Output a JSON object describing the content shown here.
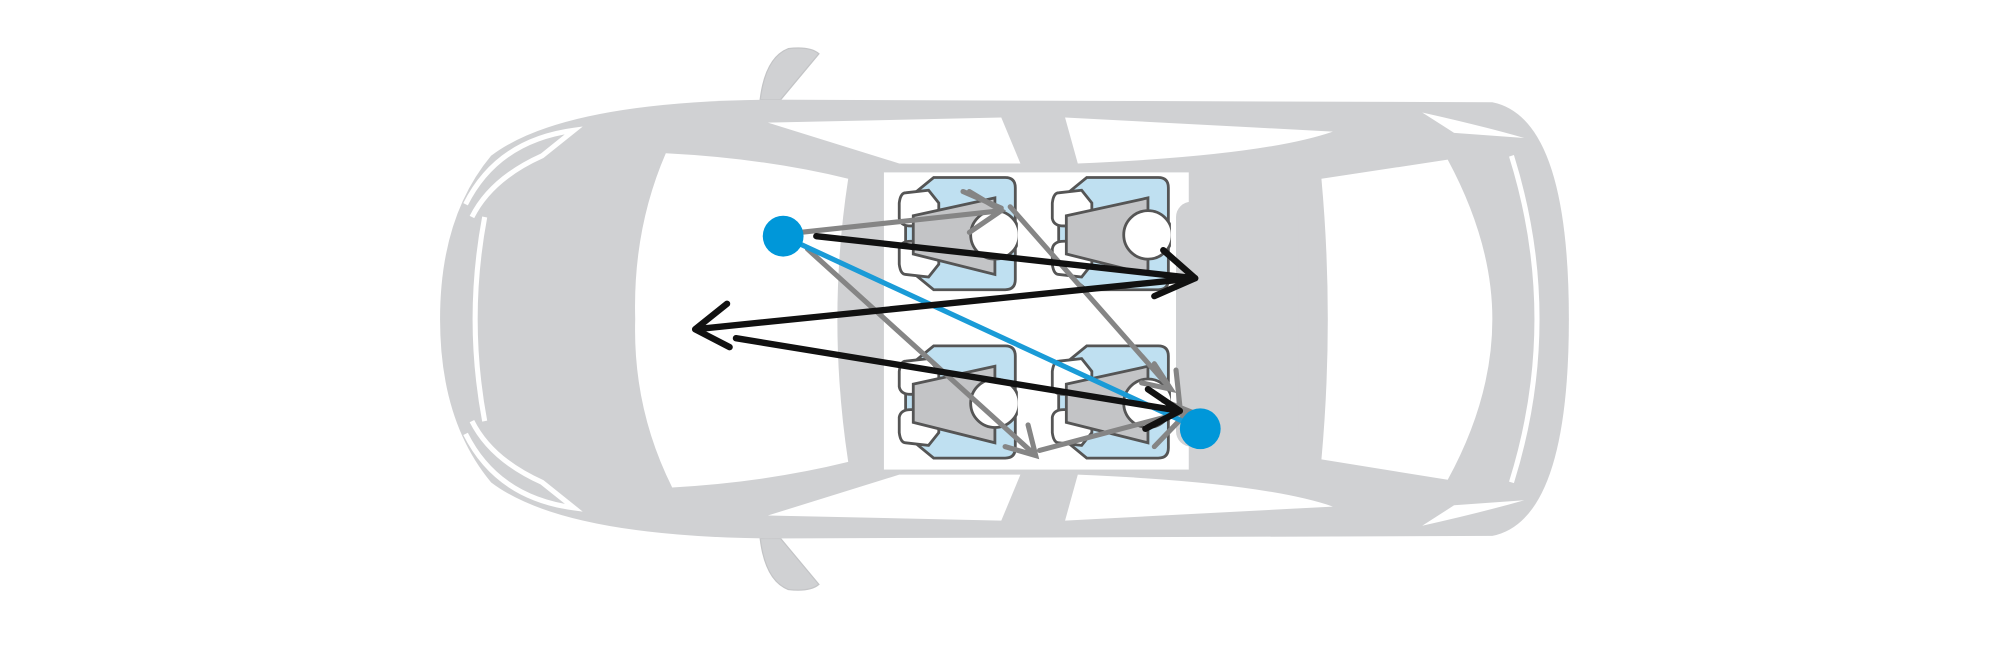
{
  "diagram": {
    "subject": "car-top-view-seating",
    "colors": {
      "car_body": "#d0d1d3",
      "car_window": "#ffffff",
      "seat_fill": "#bfe0f1",
      "seat_stroke": "#555555",
      "person_body": "#c3c4c6",
      "arrow_primary": "#111111",
      "arrow_secondary": "#858585",
      "highlight_line": "#1a9bd7",
      "marker_dot": "#0097d9"
    },
    "seats": [
      "front-left",
      "rear-left",
      "front-right",
      "rear-right"
    ],
    "markers": [
      "start-point",
      "end-point"
    ]
  }
}
